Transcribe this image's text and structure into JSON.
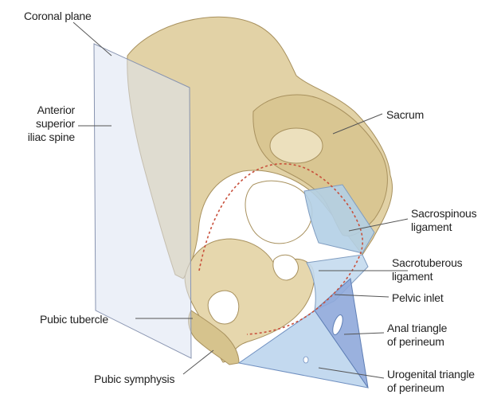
{
  "labels": {
    "coronal_plane": "Coronal plane",
    "asis": "Anterior\nsuperior\niliac spine",
    "sacrum": "Sacrum",
    "sacrospinous": "Sacrospinous\nligament",
    "sacrotuberous": "Sacrotuberous\nligament",
    "pelvic_inlet": "Pelvic inlet",
    "anal_triangle": "Anal triangle\nof perineum",
    "pubic_tubercle": "Pubic tubercle",
    "pubic_symphysis": "Pubic symphysis",
    "urogenital_triangle": "Urogenital triangle\nof perineum"
  },
  "colors": {
    "bone": "#e2d2a6",
    "bone_shadow": "#c7b37f",
    "ligament": "#b3cfe6",
    "perineum": "#9ab6e0",
    "plane": "#dde4f2",
    "inlet_line": "#c8503c",
    "leader": "#555555"
  }
}
